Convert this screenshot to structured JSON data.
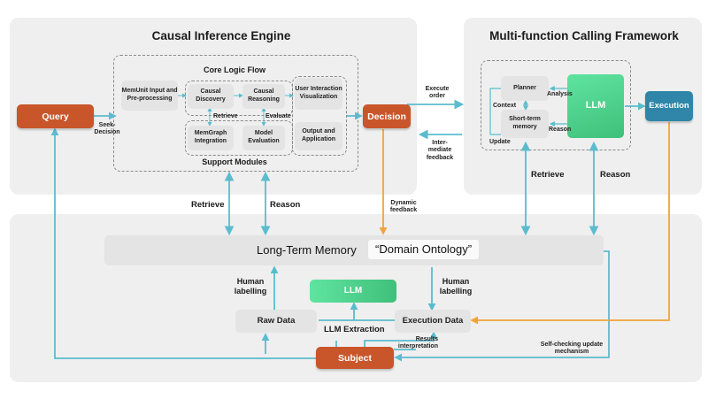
{
  "engine": {
    "title": "Causal Inference Engine",
    "core_title": "Core Logic Flow",
    "support_title": "Support Modules",
    "memunit": "MemUnit Input and Pre-processing",
    "causal_discovery": "Causal Discovery",
    "causal_reasoning": "Causal Reasoning",
    "user_viz": "User Interaction Visualization",
    "memgraph": "MemGraph Integration",
    "model_eval": "Model Evaluation",
    "output_app": "Output and Application",
    "retrieve_small": "Retrieve",
    "evaluate_small": "Evaluate",
    "decision": "Decision",
    "query": "Query",
    "seek_decision": "Seek-Decision"
  },
  "framework": {
    "title": "Multi-function Calling Framework",
    "planner": "Planner",
    "short_term": "Short-term memory",
    "llm": "LLM",
    "execution": "Execution",
    "context": "Context",
    "update": "Update",
    "analysis": "Analysis",
    "reason_small": "Reason",
    "execute_order": "Execute order",
    "intermediate_feedback": "Inter-mediate feedback",
    "retrieve": "Retrieve",
    "reason": "Reason"
  },
  "memory": {
    "ltm": "Long-Term Memory",
    "ontology": "“Domain Ontology”",
    "llm": "LLM",
    "raw_data": "Raw Data",
    "execution_data": "Execution Data",
    "human_labelling_left": "Human labelling",
    "human_labelling_right": "Human labelling",
    "llm_extraction": "LLM Extraction",
    "results_interpretation": "Results interpretation",
    "subject": "Subject",
    "self_checking": "Self-checking update mechanism",
    "retrieve": "Retrieve",
    "reason": "Reason",
    "dynamic_feedback": "Dynamic feedback"
  },
  "colors": {
    "teal": "#5bbccd",
    "orange_line": "#f0a43a",
    "orange_box": "#c8562a",
    "llm_green": "#4ecf8a",
    "execution_blue": "#2f86a8",
    "panel": "#efefef",
    "box": "#e4e4e4"
  }
}
